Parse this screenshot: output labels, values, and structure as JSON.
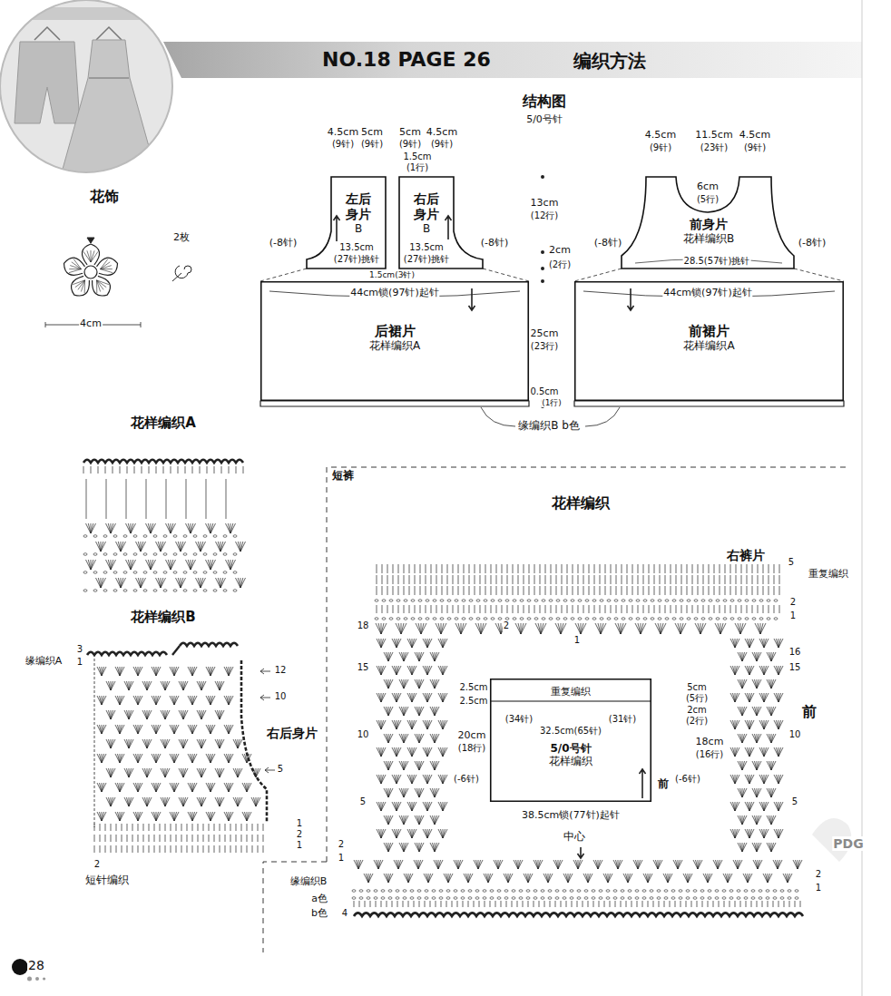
{
  "diagram": {
    "title": "编织方法",
    "nodes": [
      {
        "text": [
          "左后身片",
          "B"
        ]
      },
      {
        "text": [
          "右后身片",
          "B"
        ]
      },
      {
        "text": [
          "前身片",
          "花样编织B"
        ]
      },
      {
        "text": [
          "后裙片",
          "花样编织A"
        ]
      },
      {
        "text": [
          "前裙片",
          "花样编织A"
        ]
      },
      {
        "text": [
          "5/0号针",
          "花样编织"
        ]
      }
    ],
    "labels": [
      "NO.18 PAGE 26",
      "结构图",
      "5/0号针",
      "4.5cm",
      "5cm",
      "5cm",
      "4.5cm",
      "(9针)",
      "(9针)",
      "(9针)",
      "(9针)",
      "1.5cm",
      "(1行)",
      "(-8针)",
      "13.5cm",
      "(27针)挑针",
      "13.5cm",
      "(27针)挑针",
      "(-8针)",
      "1.5cm(3针)",
      "13cm",
      "(12行)",
      "2cm",
      "(2行)",
      "4.5cm",
      "11.5cm",
      "4.5cm",
      "(9针)",
      "(23针)",
      "(9针)",
      "6cm",
      "(5行)",
      "(-8针)",
      "(-8针)",
      "28.5(57针)挑针",
      "44cm锁(97针)起针",
      "44cm锁(97针)起针",
      "25cm",
      "(23行)",
      "0.5cm",
      "(1行)",
      "缘编织B b色",
      "花饰",
      "2枚",
      "4cm",
      "花样编织A",
      "花样编织B",
      "缘编织A",
      "3",
      "1",
      "12",
      "10",
      "5",
      "1",
      "2",
      "1",
      "右后身片",
      "2",
      "短针编织",
      "短裤",
      "花样编织",
      "右裤片",
      "5",
      "重复编织",
      "2",
      "1",
      "18",
      "2",
      "1",
      "16",
      "15",
      "15",
      "10",
      "10",
      "5",
      "5",
      "2",
      "1",
      "2",
      "1",
      "缘编织B",
      "a色",
      "b色",
      "4",
      "中心",
      "前",
      "2.5cm",
      "2.5cm",
      "重复编织",
      "(34针)",
      "32.5cm(65针)",
      "(31针)",
      "5cm",
      "(5行)",
      "2cm",
      "(2行)",
      "20cm",
      "(18行)",
      "18cm",
      "(16行)",
      "(-6针)",
      "(-6针)",
      "前",
      "38.5cm锁(77针)起针",
      "28",
      "PDG"
    ]
  }
}
